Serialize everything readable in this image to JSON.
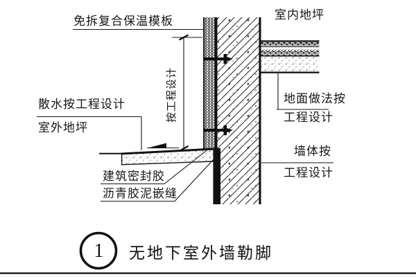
{
  "diagram": {
    "labels": {
      "formwork": "免拆复合保温模板",
      "indoor_floor": "室内地坪",
      "dim_vertical": "按工程设计",
      "apron": "散水按工程设计",
      "outdoor_ground": "室外地坪",
      "floor_method_line1": "地面做法按",
      "floor_method_line2": "工程设计",
      "wall_line1": "墙体按",
      "wall_line2": "工程设计",
      "sealant": "建筑密封胶",
      "asphalt_joint": "沥青胶泥嵌缝"
    },
    "caption": {
      "number": "1",
      "title": "无地下室外墙勒脚"
    },
    "colors": {
      "line": "#161616",
      "background": "#ffffff"
    }
  }
}
